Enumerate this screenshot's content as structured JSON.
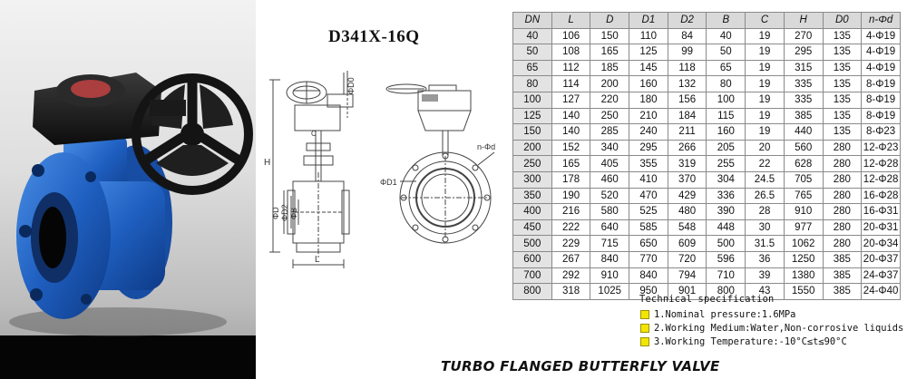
{
  "model": "D341X-16Q",
  "table": {
    "headers": [
      "DN",
      "L",
      "D",
      "D1",
      "D2",
      "B",
      "C",
      "H",
      "D0",
      "n-Φd"
    ],
    "rows": [
      [
        "40",
        "106",
        "150",
        "110",
        "84",
        "40",
        "19",
        "270",
        "135",
        "4-Φ19"
      ],
      [
        "50",
        "108",
        "165",
        "125",
        "99",
        "50",
        "19",
        "295",
        "135",
        "4-Φ19"
      ],
      [
        "65",
        "112",
        "185",
        "145",
        "118",
        "65",
        "19",
        "315",
        "135",
        "4-Φ19"
      ],
      [
        "80",
        "114",
        "200",
        "160",
        "132",
        "80",
        "19",
        "335",
        "135",
        "8-Φ19"
      ],
      [
        "100",
        "127",
        "220",
        "180",
        "156",
        "100",
        "19",
        "335",
        "135",
        "8-Φ19"
      ],
      [
        "125",
        "140",
        "250",
        "210",
        "184",
        "115",
        "19",
        "385",
        "135",
        "8-Φ19"
      ],
      [
        "150",
        "140",
        "285",
        "240",
        "211",
        "160",
        "19",
        "440",
        "135",
        "8-Φ23"
      ],
      [
        "200",
        "152",
        "340",
        "295",
        "266",
        "205",
        "20",
        "560",
        "280",
        "12-Φ23"
      ],
      [
        "250",
        "165",
        "405",
        "355",
        "319",
        "255",
        "22",
        "628",
        "280",
        "12-Φ28"
      ],
      [
        "300",
        "178",
        "460",
        "410",
        "370",
        "304",
        "24.5",
        "705",
        "280",
        "12-Φ28"
      ],
      [
        "350",
        "190",
        "520",
        "470",
        "429",
        "336",
        "26.5",
        "765",
        "280",
        "16-Φ28"
      ],
      [
        "400",
        "216",
        "580",
        "525",
        "480",
        "390",
        "28",
        "910",
        "280",
        "16-Φ31"
      ],
      [
        "450",
        "222",
        "640",
        "585",
        "548",
        "448",
        "30",
        "977",
        "280",
        "20-Φ31"
      ],
      [
        "500",
        "229",
        "715",
        "650",
        "609",
        "500",
        "31.5",
        "1062",
        "280",
        "20-Φ34"
      ],
      [
        "600",
        "267",
        "840",
        "770",
        "720",
        "596",
        "36",
        "1250",
        "385",
        "20-Φ37"
      ],
      [
        "700",
        "292",
        "910",
        "840",
        "794",
        "710",
        "39",
        "1380",
        "385",
        "24-Φ37"
      ],
      [
        "800",
        "318",
        "1025",
        "950",
        "901",
        "800",
        "43",
        "1550",
        "385",
        "24-Φ40"
      ]
    ]
  },
  "drawing": {
    "labels": {
      "h": "H",
      "d0": "ΦD0",
      "d": "ΦD",
      "d2": "ΦD2",
      "b": "ΦB",
      "l": "L",
      "c": "C",
      "d1": "ΦD1",
      "nd": "n-Φd"
    }
  },
  "spec": {
    "title": "Technical specification",
    "items": [
      "1.Nominal pressure:1.6MPa",
      "2.Working Medium:Water,Non-corrosive liquids",
      "3.Working Temperature:-10°C≤t≤90°C"
    ]
  },
  "caption": "TURBO FLANGED BUTTERFLY VALVE",
  "colors": {
    "valve_body": "#1f5fc0",
    "handwheel": "#1a1a1a",
    "bullet": "#f2e600",
    "table_header_bg": "#d9d9d9"
  }
}
